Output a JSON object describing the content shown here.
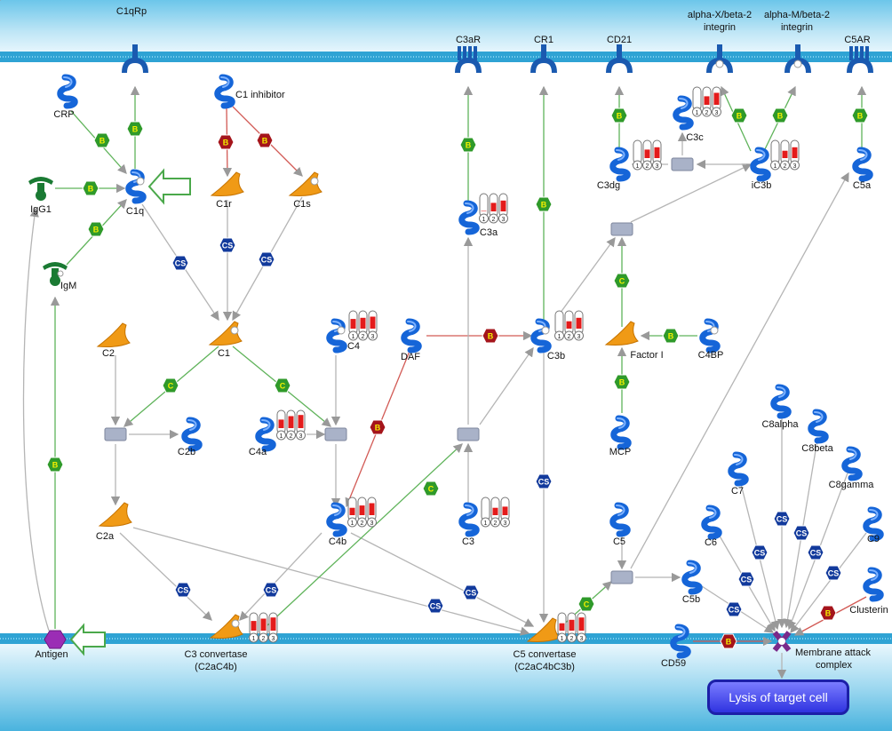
{
  "colors": {
    "membrane": "#2fa3d4",
    "membrane_light": "#cfeefa",
    "binding_hex": "#2f9a2a",
    "binding_text": "#f4f000",
    "cleavage_hex": "#123a9c",
    "cleavage_text": "#ffffff",
    "inhibition_hex": "#a5151b",
    "inhibition_text": "#f4f000",
    "protein_blue": "#1565d8",
    "enzyme_orange": "#f09a16",
    "antibody_green": "#1a7a33",
    "antigen_purple": "#9b2db5",
    "lysis_box": "#3a3ef0"
  },
  "legend_codes": {
    "binding": "B",
    "cleavage": "CS",
    "inhibition": "B",
    "activation": "C"
  },
  "labels": {
    "c1qrp": "C1qRp",
    "crp": "CRP",
    "c1_inhibitor": "C1 inhibitor",
    "igg1": "IgG1",
    "c1q": "C1q",
    "c1r": "C1r",
    "c1s": "C1s",
    "igm": "IgM",
    "c2": "C2",
    "c1": "C1",
    "c4": "C4",
    "daf": "DAF",
    "c3b": "C3b",
    "factor_i": "Factor I",
    "c4bp": "C4BP",
    "c2b": "C2b",
    "c4a": "C4a",
    "mcp": "MCP",
    "c2a": "C2a",
    "c4b": "C4b",
    "c3": "C3",
    "c5": "C5",
    "c3_convertase": "C3 convertase",
    "c3_convertase_sub": "(C2aC4b)",
    "c5_convertase": "C5 convertase",
    "c5_convertase_sub": "(C2aC4bC3b)",
    "antigen": "Antigen",
    "c3ar": "C3aR",
    "cr1": "CR1",
    "cd21": "CD21",
    "alpha_x": "alpha-X/beta-2",
    "alpha_x_sub": "integrin",
    "alpha_m": "alpha-M/beta-2",
    "alpha_m_sub": "integrin",
    "c5ar": "C5AR",
    "c3a": "C3a",
    "c3c": "C3c",
    "c3dg": "C3dg",
    "ic3b": "iC3b",
    "c5a": "C5a",
    "c8alpha": "C8alpha",
    "c8beta": "C8beta",
    "c8gamma": "C8gamma",
    "c7": "C7",
    "c6": "C6",
    "c9": "C9",
    "c5b": "C5b",
    "clusterin": "Clusterin",
    "cd59": "CD59",
    "mac": "Membrane attack",
    "mac_sub": "complex"
  },
  "expression_digits": [
    "1",
    "2",
    "3"
  ],
  "outcome": {
    "lysis": "Lysis of target cell"
  }
}
